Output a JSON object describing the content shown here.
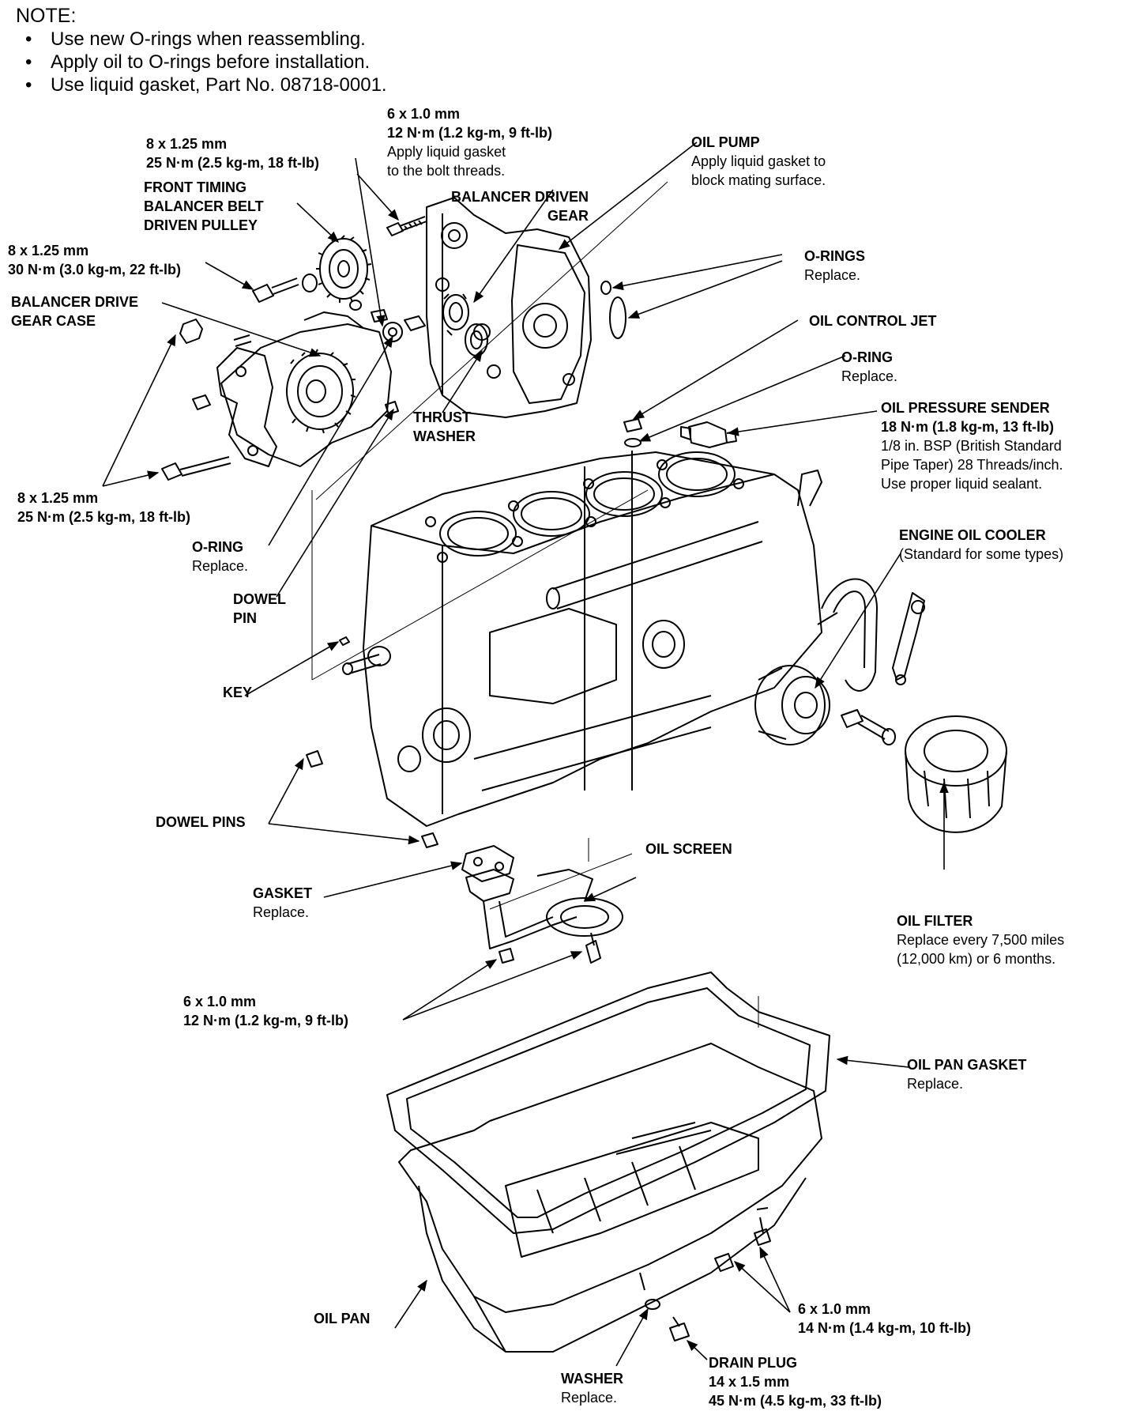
{
  "note": {
    "heading": "NOTE:",
    "items": [
      "Use new O-rings when reassembling.",
      "Apply oil to O-rings before installation.",
      "Use liquid gasket, Part No. 08718-0001."
    ]
  },
  "labels": {
    "bolt_6x10_top": {
      "lines": [
        "6 x 1.0 mm",
        "12 N·m (1.2 kg-m, 9 ft-lb)"
      ],
      "notes": [
        "Apply liquid gasket",
        "to the bolt threads."
      ]
    },
    "bolt_8x125_top": {
      "lines": [
        "8 x 1.25 mm",
        "25 N·m (2.5 kg-m, 18 ft-lb)"
      ]
    },
    "front_timing_pulley": {
      "lines": [
        "FRONT TIMING",
        "BALANCER BELT",
        "DRIVEN PULLEY"
      ]
    },
    "bolt_8x125_30nm": {
      "lines": [
        "8 x 1.25 mm",
        "30 N·m (3.0 kg-m, 22 ft-lb)"
      ]
    },
    "balancer_drive_case": {
      "lines": [
        "BALANCER DRIVE",
        "GEAR CASE"
      ]
    },
    "balancer_driven_gear": {
      "lines": [
        "BALANCER DRIVEN",
        "GEAR"
      ]
    },
    "oil_pump": {
      "lines": [
        "OIL PUMP"
      ],
      "notes": [
        "Apply liquid gasket to",
        "block mating surface."
      ]
    },
    "o_rings": {
      "lines": [
        "O-RINGS"
      ],
      "notes": [
        "Replace."
      ]
    },
    "oil_control_jet": {
      "lines": [
        "OIL CONTROL JET"
      ]
    },
    "o_ring_right": {
      "lines": [
        "O-RING"
      ],
      "notes": [
        "Replace."
      ]
    },
    "oil_pressure_sender": {
      "lines": [
        "OIL PRESSURE SENDER",
        "18 N·m (1.8 kg-m, 13 ft-lb)"
      ],
      "notes": [
        "1/8 in. BSP (British Standard",
        "Pipe Taper) 28 Threads/inch.",
        "Use proper liquid sealant."
      ]
    },
    "thrust_washer": {
      "lines": [
        "THRUST",
        "WASHER"
      ]
    },
    "bolt_8x125_mid": {
      "lines": [
        "8 x 1.25 mm",
        "25 N·m (2.5 kg-m, 18 ft-lb)"
      ]
    },
    "o_ring_left": {
      "lines": [
        "O-RING"
      ],
      "notes": [
        "Replace."
      ]
    },
    "dowel_pin": {
      "lines": [
        "DOWEL",
        "PIN"
      ]
    },
    "engine_oil_cooler": {
      "lines": [
        "ENGINE OIL COOLER"
      ],
      "notes": [
        "(Standard for some types)"
      ]
    },
    "key": {
      "lines": [
        "KEY"
      ]
    },
    "dowel_pins": {
      "lines": [
        "DOWEL PINS"
      ]
    },
    "oil_screen": {
      "lines": [
        "OIL SCREEN"
      ]
    },
    "gasket": {
      "lines": [
        "GASKET"
      ],
      "notes": [
        "Replace."
      ]
    },
    "oil_filter": {
      "lines": [
        "OIL FILTER"
      ],
      "notes": [
        "Replace every 7,500 miles",
        "(12,000 km) or 6 months."
      ]
    },
    "bolt_6x10_screen": {
      "lines": [
        "6 x 1.0 mm",
        "12 N·m (1.2 kg-m, 9 ft-lb)"
      ]
    },
    "oil_pan_gasket": {
      "lines": [
        "OIL PAN GASKET"
      ],
      "notes": [
        "Replace."
      ]
    },
    "oil_pan": {
      "lines": [
        "OIL PAN"
      ]
    },
    "bolt_6x10_pan": {
      "lines": [
        "6 x 1.0 mm",
        "14 N·m (1.4 kg-m, 10 ft-lb)"
      ]
    },
    "drain_plug": {
      "lines": [
        "DRAIN PLUG",
        "14 x 1.5 mm",
        "45 N·m (4.5 kg-m, 33 ft-lb)"
      ]
    },
    "washer": {
      "lines": [
        "WASHER"
      ],
      "notes": [
        "Replace."
      ]
    }
  }
}
